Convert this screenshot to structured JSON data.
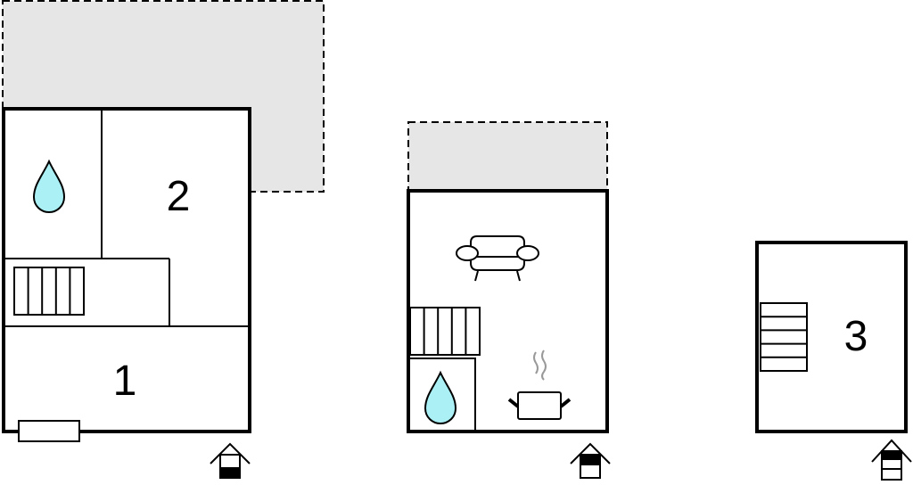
{
  "floors": [
    {
      "name": "ground-floor",
      "rooms": [
        {
          "label": "2"
        },
        {
          "label": "1"
        }
      ]
    },
    {
      "name": "first-floor",
      "rooms": []
    },
    {
      "name": "second-floor",
      "rooms": [
        {
          "label": "3"
        }
      ]
    }
  ],
  "colors": {
    "terrace": "#e6e6e6",
    "water": "#aaf0f5",
    "wall": "#000000",
    "steam": "#999999"
  },
  "icons": [
    "water-drop-icon",
    "stairs-icon",
    "sofa-icon",
    "cooking-pot-icon",
    "floor-level-icon",
    "window-icon"
  ]
}
